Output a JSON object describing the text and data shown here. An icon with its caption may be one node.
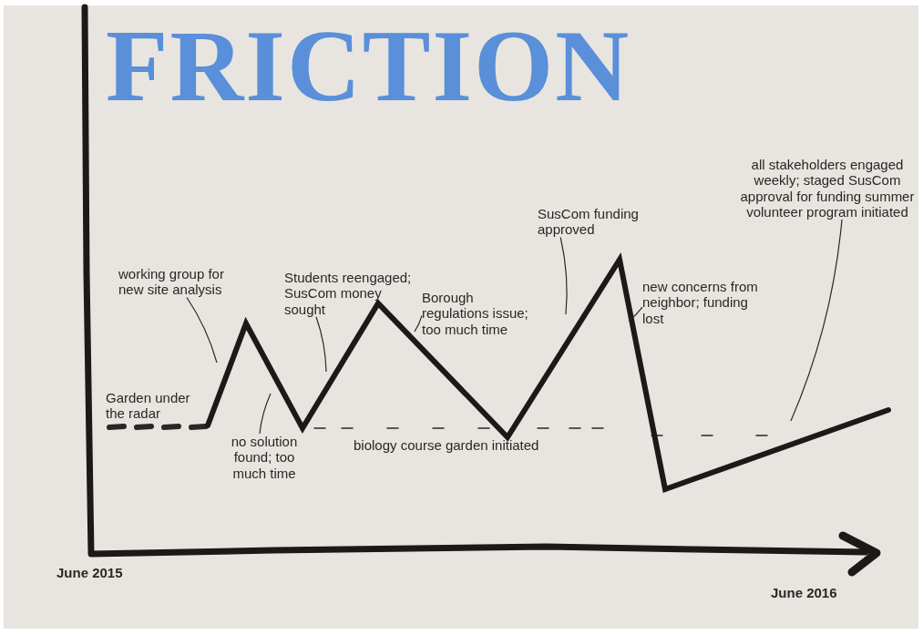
{
  "diagram": {
    "title": "FRICTION",
    "nodes": [
      {
        "text": [
          "working group for new site analysis"
        ]
      },
      {
        "text": [
          "no solution found; too much time"
        ]
      },
      {
        "text": [
          "Students reengaged; SusCom money sought"
        ]
      },
      {
        "text": [
          "Borough regulations issue; too much time"
        ]
      },
      {
        "text": [
          "SusCom funding approved"
        ]
      },
      {
        "text": [
          "new concerns from neighbor; funding lost"
        ]
      },
      {
        "text": [
          "all stakeholders engaged weekly; staged SusCom approval for funding summer volunteer program initiated"
        ]
      }
    ],
    "edges": [
      {
        "from": 0,
        "to": null,
        "arrow": "none"
      },
      {
        "from": 1,
        "to": null,
        "arrow": "none"
      },
      {
        "from": 2,
        "to": null,
        "arrow": "none"
      },
      {
        "from": 3,
        "to": null,
        "arrow": "none"
      },
      {
        "from": 4,
        "to": null,
        "arrow": "none"
      },
      {
        "from": 5,
        "to": null,
        "arrow": "none"
      },
      {
        "from": 6,
        "to": null,
        "arrow": "none"
      }
    ],
    "labels": [
      "Garden under the radar",
      "biology course garden initiated",
      "June 2015",
      "June 2016"
    ]
  }
}
